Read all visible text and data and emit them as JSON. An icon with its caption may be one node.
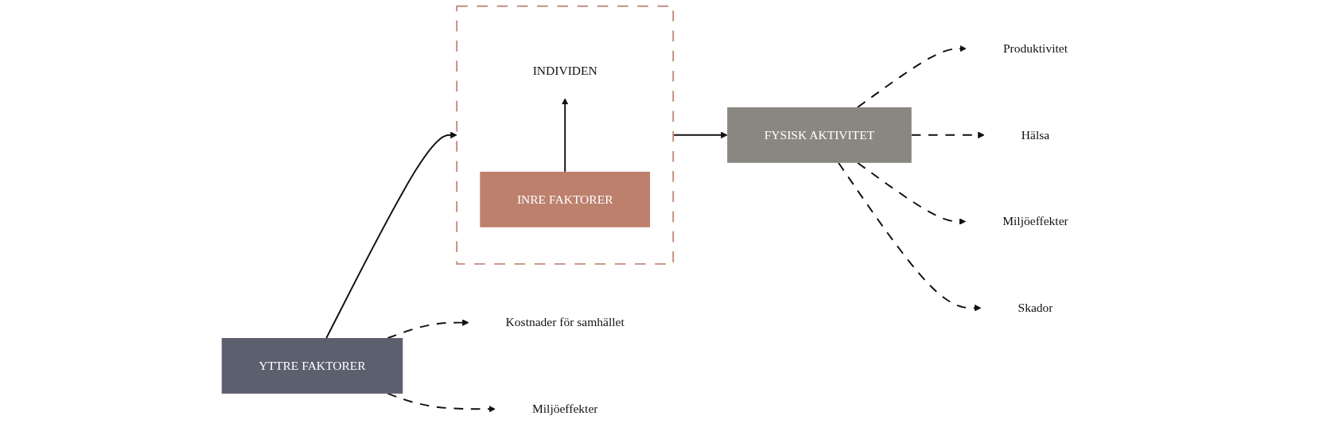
{
  "diagram": {
    "nodes": [
      {
        "text": [
          "YTTRE FAKTORER"
        ]
      },
      {
        "text": [
          "Kostnader för samhället"
        ]
      },
      {
        "text": [
          "Miljöeffekter"
        ]
      },
      {
        "text": [],
        "shape": "box"
      },
      {
        "text": [
          "INDIVIDEN"
        ],
        "in": 3
      },
      {
        "text": [
          "INRE FAKTORER"
        ],
        "in": 3
      },
      {
        "text": [
          "FYSISK AKTIVITET"
        ]
      },
      {
        "text": [
          "Produktivitet"
        ]
      },
      {
        "text": [
          "Hälsa"
        ]
      },
      {
        "text": [
          "Miljöeffekter"
        ]
      },
      {
        "text": [
          "Skador"
        ]
      }
    ],
    "edges": [
      {
        "from": 0,
        "to": 1,
        "arrow": "to",
        "style": "dashed"
      },
      {
        "from": 0,
        "to": 2,
        "arrow": "to",
        "style": "dashed"
      },
      {
        "from": 0,
        "to": 3,
        "arrow": "to"
      },
      {
        "from": 5,
        "to": 4,
        "arrow": "to"
      },
      {
        "from": 3,
        "to": 6,
        "arrow": "to"
      },
      {
        "from": 6,
        "to": 7,
        "arrow": "to",
        "style": "dashed"
      },
      {
        "from": 6,
        "to": 8,
        "arrow": "to",
        "style": "dashed"
      },
      {
        "from": 6,
        "to": 9,
        "arrow": "to",
        "style": "dashed"
      },
      {
        "from": 6,
        "to": 10,
        "arrow": "to",
        "style": "dashed"
      }
    ]
  }
}
